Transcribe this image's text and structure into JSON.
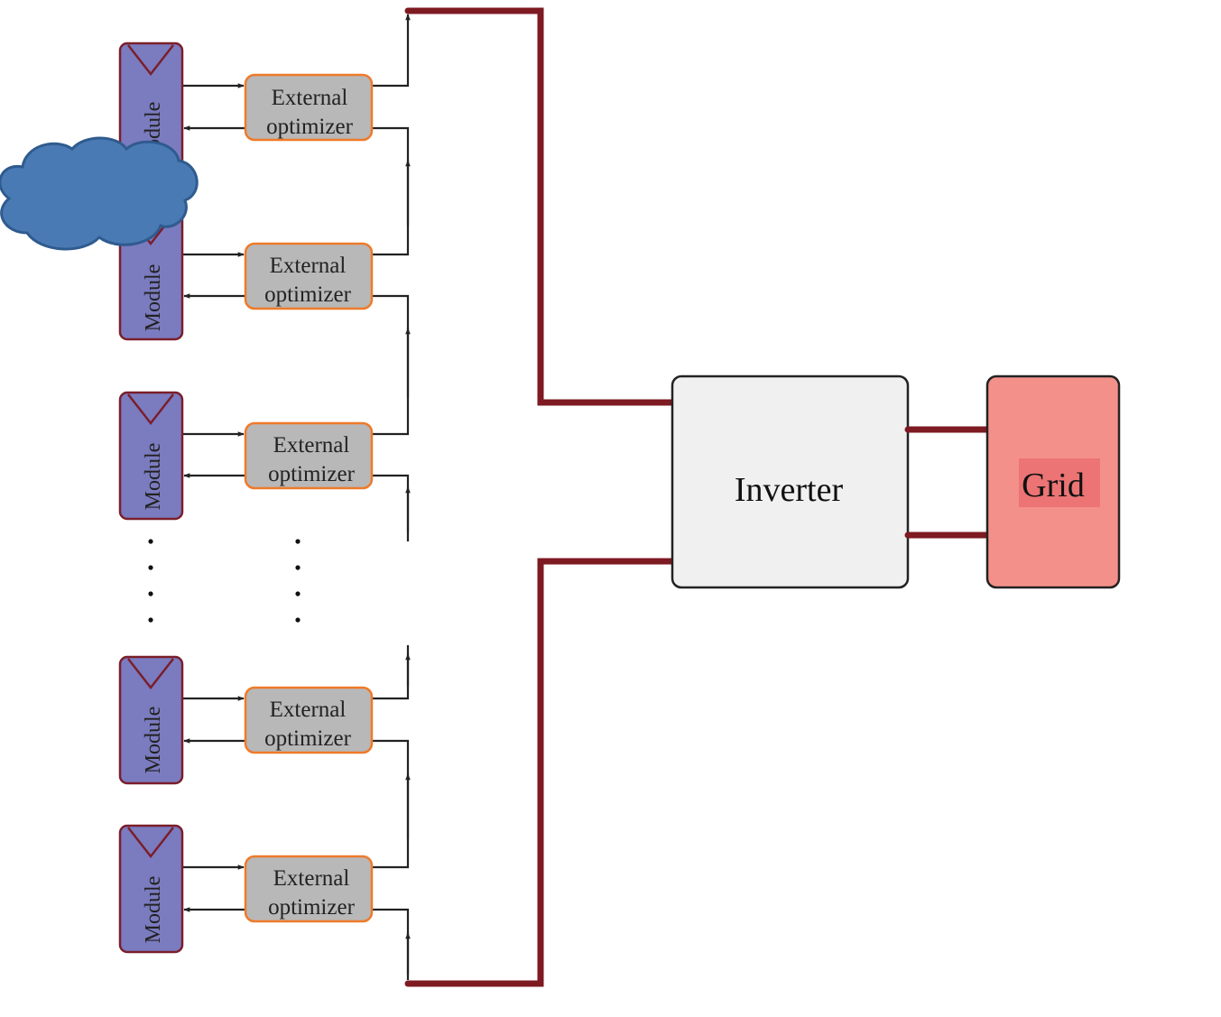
{
  "colors": {
    "module_fill": "#7b7bc0",
    "module_stroke": "#7a1f2b",
    "optimizer_fill": "#b8b8b8",
    "optimizer_stroke": "#ee7a2a",
    "bus": "#7d1a22",
    "wire": "#222222",
    "inverter_fill": "#f0f0f0",
    "grid_fill": "#f4908a",
    "grid_label_bg": "#ec7474",
    "cloud_fill": "#4a7ab4",
    "cloud_stroke": "#2f5b8f"
  },
  "icons": {
    "module": "pv-panel-icon",
    "shade": "cloud-icon"
  },
  "modules": [
    {
      "label": "Module"
    },
    {
      "label": "Module"
    },
    {
      "label": "Module"
    },
    {
      "label": "Module"
    },
    {
      "label": "Module"
    }
  ],
  "optimizers": [
    {
      "line1": "External",
      "line2": "optimizer"
    },
    {
      "line1": "External",
      "line2": "optimizer"
    },
    {
      "line1": "External",
      "line2": "optimizer"
    },
    {
      "line1": "External",
      "line2": "optimizer"
    },
    {
      "line1": "External",
      "line2": "optimizer"
    }
  ],
  "inverter": {
    "label": "Inverter"
  },
  "grid": {
    "label": "Grid"
  }
}
